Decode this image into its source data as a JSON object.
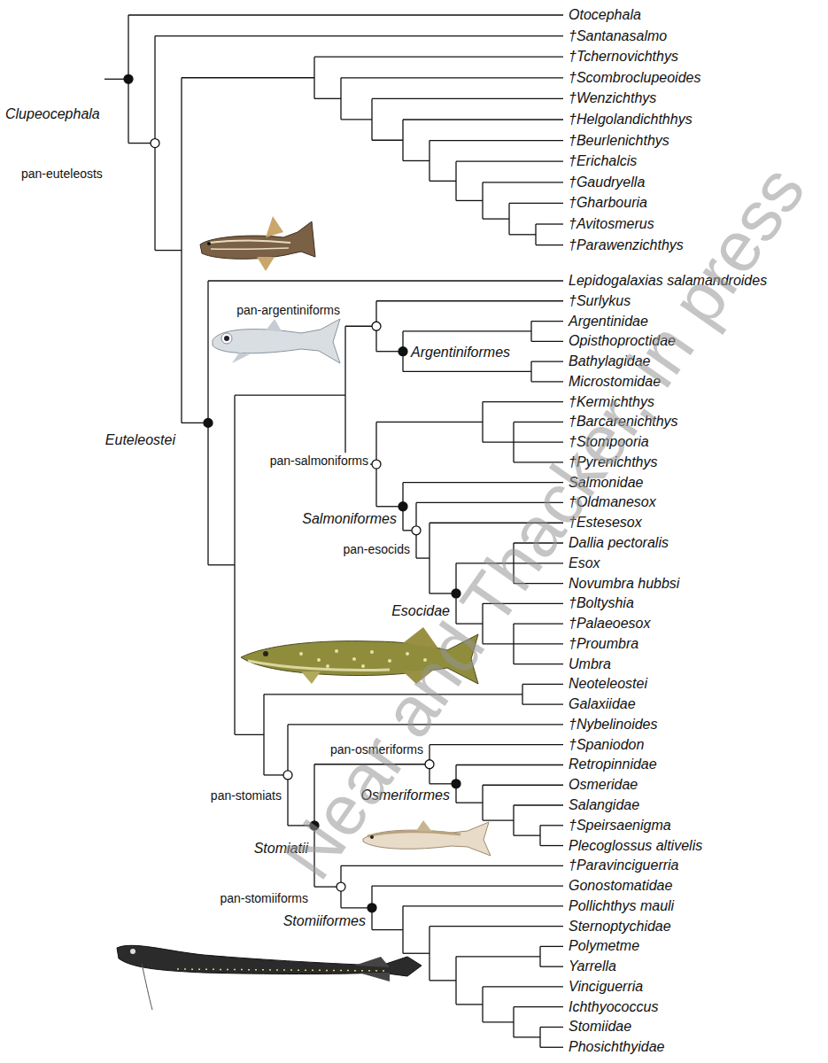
{
  "diagram": {
    "labels": [
      "Otocephala",
      "†Santanasalmo",
      "†Tchernovichthys",
      "†Scombroclupeoides",
      "†Wenzichthys",
      "†Helgolandichthhys",
      "†Beurlenichthys",
      "†Erichalcis",
      "†Gaudryella",
      "†Gharbouria",
      "†Avitosmerus",
      "†Parawenzichthys",
      "Lepidogalaxias salamandroides",
      "†Surlykus",
      "Argentinidae",
      "Opisthoproctidae",
      "Bathylagidae",
      "Microstomidae",
      "†Kermichthys",
      "†Barcarenichthys",
      "†Stompooria",
      "†Pyrenichthys",
      "Salmonidae",
      "†Oldmanesox",
      "†Estesesox",
      "Dallia pectoralis",
      "Esox",
      "Novumbra hubbsi",
      "†Boltyshia",
      "†Palaeoesox",
      "†Proumbra",
      "Umbra",
      "Neoteleostei",
      "Galaxiidae",
      "†Nybelinoides",
      "†Spaniodon",
      "Retropinnidae",
      "Osmeridae",
      "Salangidae",
      "†Speirsaenigma",
      "Plecoglossus altivelis",
      "†Paravinciguerria",
      "Gonostomatidae",
      "Pollichthys mauli",
      "Sternoptychidae",
      "Polymetme",
      "Yarrella",
      "Vinciguerria",
      "Ichthyococcus",
      "Stomiidae",
      "Phosichthyidae",
      "Clupeocephala",
      "pan-euteleosts",
      "Euteleostei",
      "pan-argentiniforms",
      "Argentiniformes",
      "pan-salmoniforms",
      "Salmoniformes",
      "pan-esocids",
      "Esocidae",
      "pan-osmeriforms",
      "Osmeriformes",
      "pan-stomiats",
      "Stomiatii",
      "pan-stomiiforms",
      "Stomiiformes",
      "Near and Thacker, in press"
    ]
  }
}
